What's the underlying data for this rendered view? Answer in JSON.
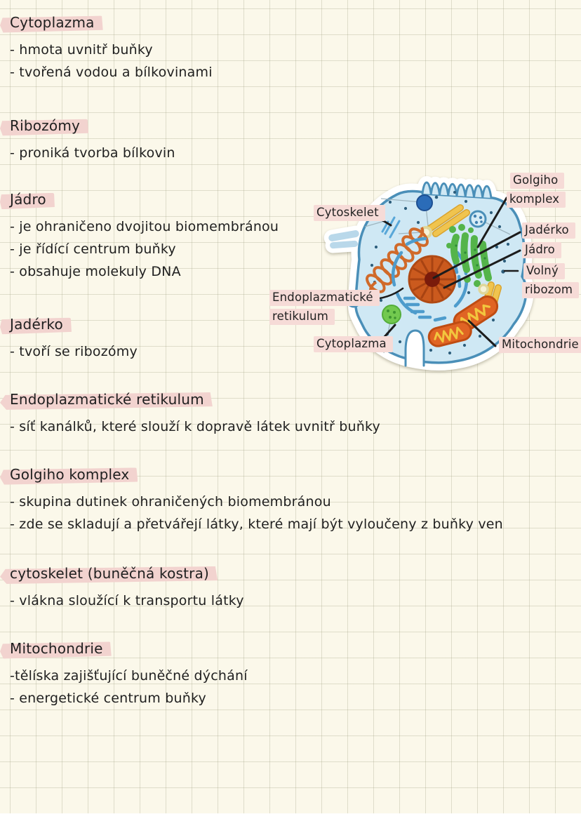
{
  "page": {
    "background": "#fbf8ea",
    "grid_color": "#d9d6c2",
    "ink": "#1f1f1f",
    "highlight_pink": "#f2d3cf",
    "bottom_strip": "#ffffff"
  },
  "sections": [
    {
      "heading": "Cytoplazma",
      "bullets": [
        "- hmota uvnitř buňky",
        "- tvořená vodou a bílkovinami"
      ]
    },
    {
      "heading": "Ribozómy",
      "bullets": [
        "- proniká tvorba bílkovin"
      ]
    },
    {
      "heading": "Jádro",
      "bullets": [
        "- je ohraničeno dvojitou biomembránou",
        "- je řídící centrum buňky",
        "- obsahuje molekuly DNA"
      ]
    },
    {
      "heading": "Jadérko",
      "bullets": [
        "- tvoří se ribozómy"
      ]
    },
    {
      "heading": "Endoplazmatické retikulum",
      "bullets": [
        "- síť kanálků, které slouží k dopravě látek uvnitř buňky"
      ]
    },
    {
      "heading": "Golgiho komplex",
      "bullets": [
        "- skupina dutinek ohraničených biomembránou",
        "- zde se skladují a přetvářejí látky, které mají být vyloučeny z buňky ven"
      ]
    },
    {
      "heading": "cytoskelet (buněčná kostra)",
      "bullets": [
        "- vlákna sloužící k transportu látky"
      ]
    },
    {
      "heading": "Mitochondrie",
      "bullets": [
        "-tělíska zajišťující buněčné dýchání",
        "- energetické centrum buňky"
      ]
    }
  ],
  "diagram": {
    "description": "animal cell sticker illustration",
    "labels": {
      "cytoskelet": "Cytoskelet",
      "golgi_line1": "Golgiho",
      "golgi_line2": "komplex",
      "jaderko": "Jadérko",
      "jadro": "Jádro",
      "volny_line1": "Volný",
      "volny_line2": "ribozom",
      "er_line1": "Endoplazmatické",
      "er_line2": "retikulum",
      "cytoplazma": "Cytoplazma",
      "mitochondrie": "Mitochondrie"
    },
    "colors": {
      "sticker": "#ffffff",
      "cell_fill": "#cfe8f4",
      "cell_outline": "#4a8fb8",
      "nucleus": "#cb5a1e",
      "nucleus_texture": "#a84312",
      "nucleolus": "#7a1b0b",
      "er_arcs": "#4e9ccc",
      "golgi_green": "#54b44a",
      "lysosome_green": "#72c94f",
      "mitochondria": "#e06424",
      "mito_outline": "#bf4c12",
      "mito_crista": "#f2c63e",
      "coil_orange": "#d06a2a",
      "rod_yellow": "#f0c44e",
      "rod_outline": "#d9a32f",
      "centrosome_blue": "#2b6cb8",
      "dot_navy": "#2d5e7c",
      "label_line": "#1c1c1c"
    }
  }
}
